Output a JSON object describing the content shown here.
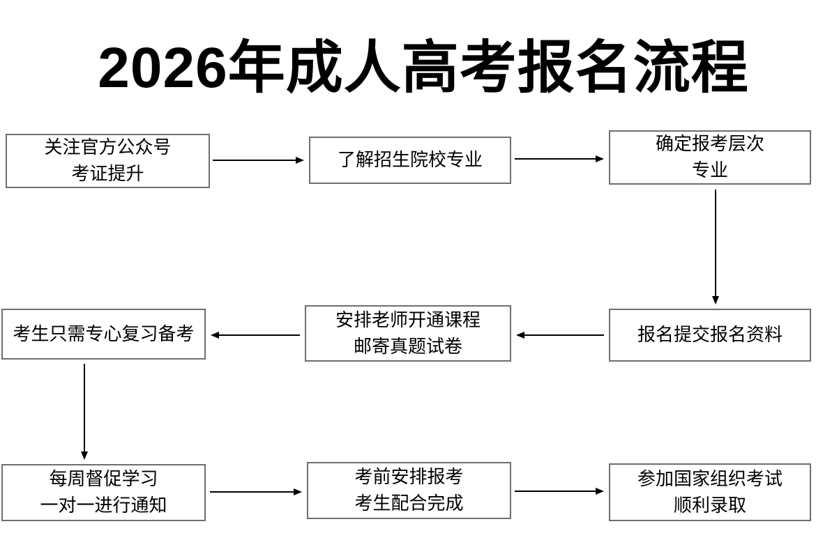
{
  "title": "2026年成人高考报名流程",
  "flow": {
    "nodes": [
      {
        "name": "follow-official-account",
        "lines": [
          "关注官方公众号",
          "考证提升"
        ]
      },
      {
        "name": "learn-schools-majors",
        "lines": [
          "了解招生院校专业"
        ]
      },
      {
        "name": "confirm-level-and-major",
        "lines": [
          "确定报考层次",
          "专业"
        ]
      },
      {
        "name": "submit-registration-materials",
        "lines": [
          "报名提交报名资料"
        ]
      },
      {
        "name": "teacher-opens-courses",
        "lines": [
          "安排老师开通课程",
          "邮寄真题试卷"
        ]
      },
      {
        "name": "focus-on-review",
        "lines": [
          "考生只需专心复习备考"
        ]
      },
      {
        "name": "weekly-study-supervision",
        "lines": [
          "每周督促学习",
          "一对一进行通知"
        ]
      },
      {
        "name": "pre-exam-arrangement",
        "lines": [
          "考前安排报考",
          "考生配合完成"
        ]
      },
      {
        "name": "take-national-exam",
        "lines": [
          "参加国家组织考试",
          "顺利录取"
        ]
      }
    ]
  },
  "colors": {
    "box_border": "#6e6e6e",
    "arrow": "#000000",
    "text": "#000000",
    "background": "#ffffff"
  }
}
